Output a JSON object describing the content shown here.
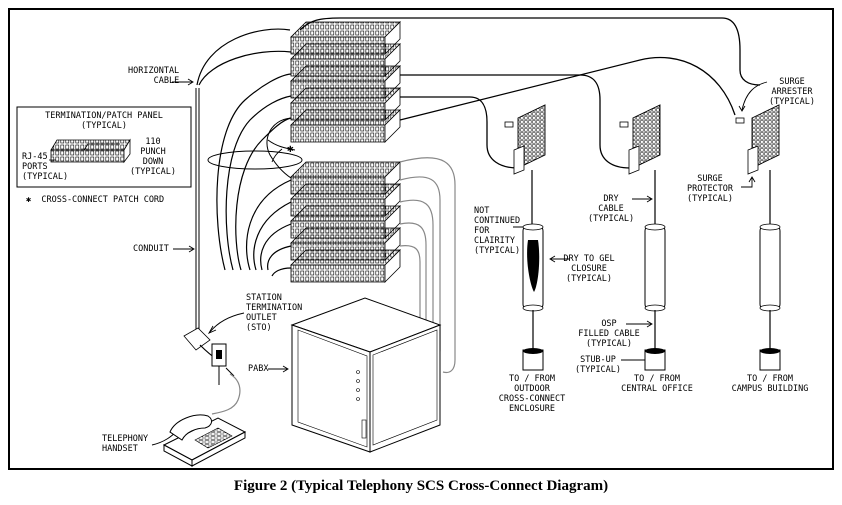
{
  "caption": "Figure 2 (Typical Telephony SCS Cross-Connect Diagram)",
  "labels": {
    "horizontal_cable": "HORIZONTAL\nCABLE",
    "legend_title": "TERMINATION/PATCH PANEL\n(TYPICAL)",
    "rj45_ports": "RJ-45\nPORTS\n(TYPICAL)",
    "punch_down": "110\nPUNCH\nDOWN\n(TYPICAL)",
    "cross_connect_note": "✱  CROSS-CONNECT PATCH CORD",
    "asterisk": "✱",
    "conduit": "CONDUIT",
    "sto": "STATION\nTERMINATION\nOUTLET\n(STO)",
    "pabx": "PABX",
    "handset": "TELEPHONY\nHANDSET",
    "not_continued": "NOT\nCONTINUED\nFOR\nCLAIRITY\n(TYPICAL)",
    "dry_to_gel": "DRY TO GEL\nCLOSURE\n(TYPICAL)",
    "dry_cable": "DRY\nCABLE\n(TYPICAL)",
    "osp_cable": "OSP\nFILLED CABLE\n(TYPICAL)",
    "stub_up": "STUB-UP\n(TYPICAL)",
    "surge_arrester": "SURGE\nARRESTER\n(TYPICAL)",
    "surge_protector": "SURGE\nPROTECTOR\n(TYPICAL)",
    "to_outdoor": "TO / FROM\nOUTDOOR\nCROSS-CONNECT\nENCLOSURE",
    "to_central": "TO / FROM\nCENTRAL OFFICE",
    "to_campus": "TO / FROM\nCAMPUS BUILDING"
  }
}
